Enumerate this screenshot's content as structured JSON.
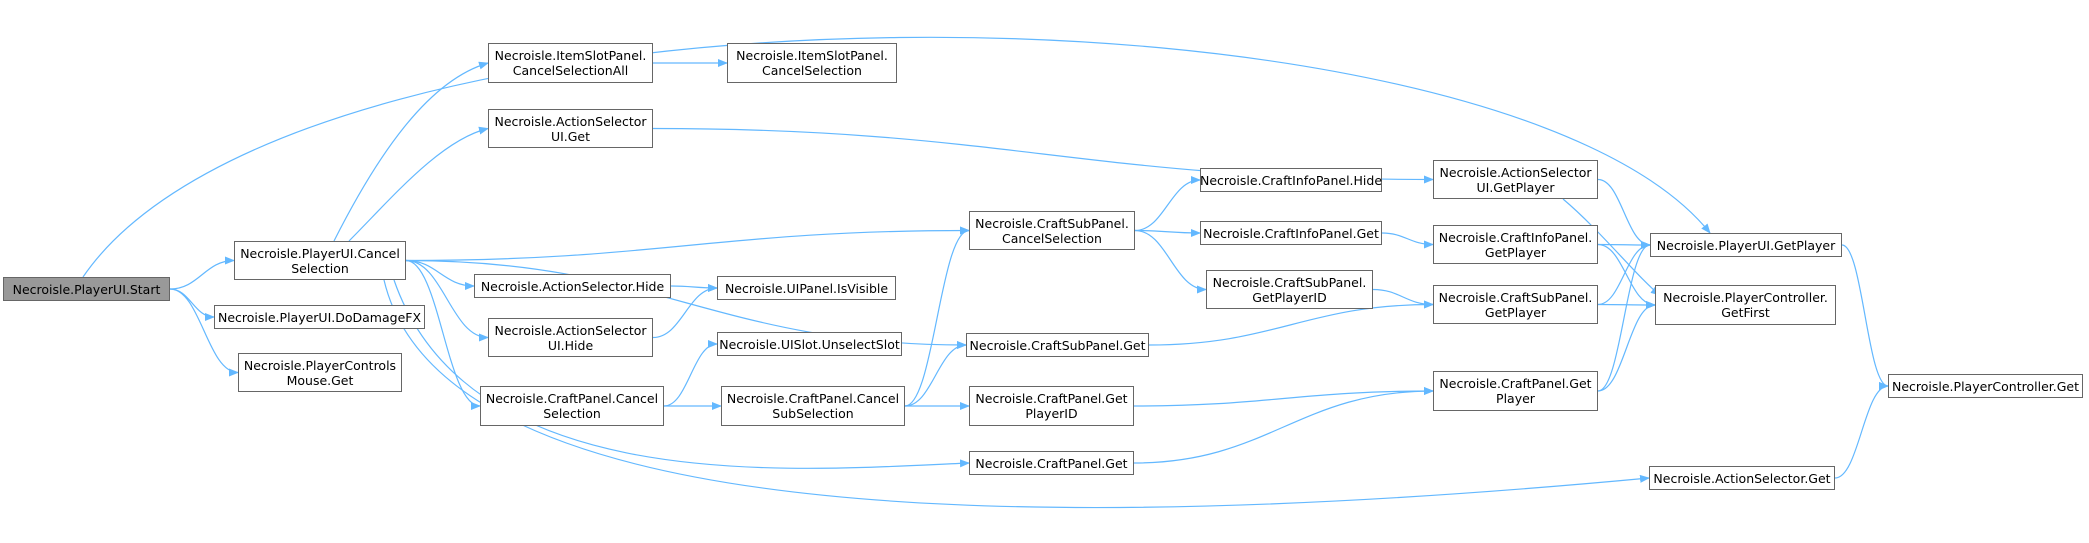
{
  "colors": {
    "edge": "#63b8ff",
    "node_border": "#666666",
    "root_fill": "#999999",
    "node_fill": "#ffffff"
  },
  "nodes": [
    {
      "id": "n0",
      "label": "Necroisle.PlayerUI.Start",
      "root": true
    },
    {
      "id": "n1",
      "label": "Necroisle.PlayerUI.Cancel\nSelection"
    },
    {
      "id": "n2",
      "label": "Necroisle.PlayerUI.DoDamageFX"
    },
    {
      "id": "n3",
      "label": "Necroisle.PlayerControls\nMouse.Get"
    },
    {
      "id": "n4",
      "label": "Necroisle.ItemSlotPanel.\nCancelSelectionAll"
    },
    {
      "id": "n5",
      "label": "Necroisle.ItemSlotPanel.\nCancelSelection"
    },
    {
      "id": "n6",
      "label": "Necroisle.ActionSelector\nUI.Get"
    },
    {
      "id": "n7",
      "label": "Necroisle.ActionSelector.Hide"
    },
    {
      "id": "n8",
      "label": "Necroisle.UIPanel.IsVisible"
    },
    {
      "id": "n9",
      "label": "Necroisle.ActionSelector\nUI.Hide"
    },
    {
      "id": "n10",
      "label": "Necroisle.UISlot.UnselectSlot"
    },
    {
      "id": "n11",
      "label": "Necroisle.CraftPanel.Cancel\nSelection"
    },
    {
      "id": "n12",
      "label": "Necroisle.CraftPanel.Cancel\nSubSelection"
    },
    {
      "id": "n13",
      "label": "Necroisle.CraftSubPanel.\nCancelSelection"
    },
    {
      "id": "n14",
      "label": "Necroisle.CraftSubPanel.Get"
    },
    {
      "id": "n15",
      "label": "Necroisle.CraftPanel.Get\nPlayerID"
    },
    {
      "id": "n16",
      "label": "Necroisle.CraftPanel.Get"
    },
    {
      "id": "n17",
      "label": "Necroisle.CraftInfoPanel.Hide"
    },
    {
      "id": "n18",
      "label": "Necroisle.CraftInfoPanel.Get"
    },
    {
      "id": "n19",
      "label": "Necroisle.CraftSubPanel.\nGetPlayerID"
    },
    {
      "id": "n20",
      "label": "Necroisle.ActionSelector\nUI.GetPlayer"
    },
    {
      "id": "n21",
      "label": "Necroisle.CraftInfoPanel.\nGetPlayer"
    },
    {
      "id": "n22",
      "label": "Necroisle.CraftSubPanel.\nGetPlayer"
    },
    {
      "id": "n23",
      "label": "Necroisle.CraftPanel.Get\nPlayer"
    },
    {
      "id": "n24",
      "label": "Necroisle.ActionSelector.Get"
    },
    {
      "id": "n25",
      "label": "Necroisle.PlayerUI.GetPlayer"
    },
    {
      "id": "n26",
      "label": "Necroisle.PlayerController.\nGetFirst"
    },
    {
      "id": "n27",
      "label": "Necroisle.PlayerController.Get"
    }
  ],
  "edges": [
    [
      "n0",
      "n1"
    ],
    [
      "n0",
      "n2"
    ],
    [
      "n0",
      "n3"
    ],
    [
      "n0",
      "n25"
    ],
    [
      "n1",
      "n4"
    ],
    [
      "n1",
      "n6"
    ],
    [
      "n1",
      "n7"
    ],
    [
      "n1",
      "n9"
    ],
    [
      "n1",
      "n11"
    ],
    [
      "n1",
      "n13"
    ],
    [
      "n1",
      "n14"
    ],
    [
      "n1",
      "n16"
    ],
    [
      "n1",
      "n24"
    ],
    [
      "n4",
      "n5"
    ],
    [
      "n6",
      "n20"
    ],
    [
      "n7",
      "n8"
    ],
    [
      "n9",
      "n8"
    ],
    [
      "n11",
      "n10"
    ],
    [
      "n11",
      "n12"
    ],
    [
      "n12",
      "n13"
    ],
    [
      "n12",
      "n14"
    ],
    [
      "n12",
      "n15"
    ],
    [
      "n13",
      "n17"
    ],
    [
      "n13",
      "n18"
    ],
    [
      "n13",
      "n19"
    ],
    [
      "n14",
      "n22"
    ],
    [
      "n15",
      "n23"
    ],
    [
      "n16",
      "n23"
    ],
    [
      "n18",
      "n21"
    ],
    [
      "n19",
      "n22"
    ],
    [
      "n20",
      "n25"
    ],
    [
      "n20",
      "n26"
    ],
    [
      "n21",
      "n25"
    ],
    [
      "n21",
      "n26"
    ],
    [
      "n22",
      "n25"
    ],
    [
      "n22",
      "n26"
    ],
    [
      "n23",
      "n25"
    ],
    [
      "n23",
      "n26"
    ],
    [
      "n24",
      "n27"
    ],
    [
      "n25",
      "n27"
    ]
  ]
}
